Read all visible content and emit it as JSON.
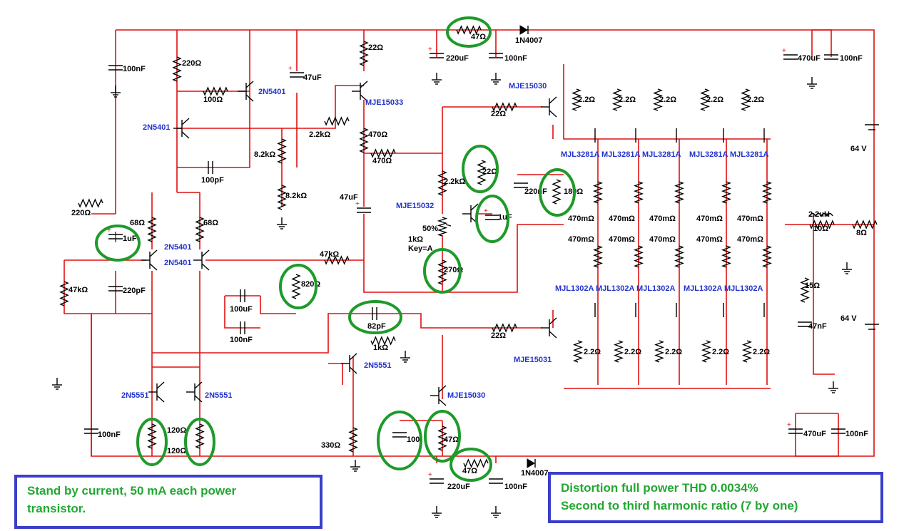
{
  "notes": {
    "left": [
      "Stand by current, 50 mA each power",
      "transistor."
    ],
    "right": [
      "Distortion full power THD 0.0034%",
      "Second to third harmonic ratio (7 by one)"
    ]
  },
  "components": [
    {
      "id": "r47-top",
      "name": "resistor-47-top",
      "type": "res-h",
      "label": "47Ω",
      "hl": true
    },
    {
      "id": "d-top",
      "name": "diode-1n4007-top",
      "type": "diode",
      "label": "1N4007"
    },
    {
      "id": "c100n-tl",
      "name": "capacitor-100nf-left",
      "type": "cap",
      "label": "100nF"
    },
    {
      "id": "r220-a",
      "name": "resistor-220-left",
      "type": "res-v",
      "label": "220Ω"
    },
    {
      "id": "q2n5401-a",
      "name": "transistor-2n5401-upper",
      "type": "bjt",
      "label": "2N5401"
    },
    {
      "id": "r100",
      "name": "resistor-100",
      "type": "res-h",
      "label": "100Ω"
    },
    {
      "id": "q2n5401-b",
      "name": "transistor-2n5401-left",
      "type": "bjt",
      "label": "2N5401"
    },
    {
      "id": "c47u-a",
      "name": "capacitor-47uf-top",
      "type": "cap",
      "label": "47uF",
      "pol": true
    },
    {
      "id": "r22-a",
      "name": "resistor-22-top",
      "type": "res-v",
      "label": "22Ω"
    },
    {
      "id": "qmje15033",
      "name": "transistor-mje15033",
      "type": "bjt",
      "label": "MJE15033"
    },
    {
      "id": "c220u-top",
      "name": "capacitor-220uf-top",
      "type": "cap",
      "label": "220uF",
      "pol": true
    },
    {
      "id": "c100n-top",
      "name": "capacitor-100nf-top",
      "type": "cap",
      "label": "100nF"
    },
    {
      "id": "r2k2-a",
      "name": "resistor-2k2-left",
      "type": "res-h",
      "label": "2.2kΩ"
    },
    {
      "id": "r470-a",
      "name": "resistor-470-vertical",
      "type": "res-v",
      "label": "470Ω"
    },
    {
      "id": "r470-b",
      "name": "resistor-470-horizontal",
      "type": "res-h",
      "label": "470Ω"
    },
    {
      "id": "r8k2-a",
      "name": "resistor-8k2-upper",
      "type": "res-v",
      "label": "8.2kΩ"
    },
    {
      "id": "r8k2-b",
      "name": "resistor-8k2-lower",
      "type": "res-v",
      "label": "8.2kΩ"
    },
    {
      "id": "c100p",
      "name": "capacitor-100pf",
      "type": "cap-h",
      "label": "100pF"
    },
    {
      "id": "qmje15030-a",
      "name": "transistor-mje15030-top",
      "type": "bjt",
      "label": "MJE15030"
    },
    {
      "id": "r22-b",
      "name": "resistor-22-driver-top",
      "type": "res-h",
      "label": "22Ω"
    },
    {
      "id": "r22-c",
      "name": "resistor-22-highlight",
      "type": "res-v",
      "label": "22Ω",
      "hl": true
    },
    {
      "id": "r2k2-b",
      "name": "resistor-2k2-bias",
      "type": "res-v",
      "label": "2.2kΩ"
    },
    {
      "id": "c220n",
      "name": "capacitor-220nf",
      "type": "cap",
      "label": "220nF"
    },
    {
      "id": "r180",
      "name": "resistor-180",
      "type": "res-v",
      "label": "180Ω",
      "hl": true
    },
    {
      "id": "qmje15032",
      "name": "transistor-mje15032",
      "type": "bjt",
      "label": "MJE15032"
    },
    {
      "id": "c1u-b",
      "name": "capacitor-1uf-bias",
      "type": "cap",
      "label": "1uF",
      "pol": true,
      "hl": true
    },
    {
      "id": "pot1k",
      "name": "potentiometer-1k",
      "type": "pot",
      "label": "1kΩ",
      "sub": "Key=A",
      "pct": "50%"
    },
    {
      "id": "r270",
      "name": "resistor-270",
      "type": "res-v",
      "label": "270Ω",
      "hl": true
    },
    {
      "id": "c47u-b",
      "name": "capacitor-47uf-mid",
      "type": "cap",
      "label": "47uF",
      "pol": true
    },
    {
      "id": "r220-b",
      "name": "resistor-220-input",
      "type": "res-h",
      "label": "220Ω"
    },
    {
      "id": "c1u-a",
      "name": "capacitor-1uf-input",
      "type": "cap",
      "label": "1uF",
      "pol": true,
      "hl": true
    },
    {
      "id": "r68-a",
      "name": "resistor-68-left",
      "type": "res-v",
      "label": "68Ω"
    },
    {
      "id": "r68-b",
      "name": "resistor-68-right",
      "type": "res-v",
      "label": "68Ω"
    },
    {
      "id": "q2n5401-c",
      "name": "transistor-2n5401-diff-left",
      "type": "bjt",
      "label": "2N5401"
    },
    {
      "id": "q2n5401-d",
      "name": "transistor-2n5401-diff-right",
      "type": "bjt",
      "label": "2N5401"
    },
    {
      "id": "r47k-a",
      "name": "resistor-47k-feedback",
      "type": "res-h",
      "label": "47kΩ"
    },
    {
      "id": "r47k-b",
      "name": "resistor-47k-input",
      "type": "res-v",
      "label": "47kΩ"
    },
    {
      "id": "c220p",
      "name": "capacitor-220pf",
      "type": "cap",
      "label": "220pF"
    },
    {
      "id": "r820",
      "name": "resistor-820",
      "type": "res-v",
      "label": "820Ω",
      "hl": true
    },
    {
      "id": "c100u",
      "name": "capacitor-100uf",
      "type": "cap-h",
      "label": "100uF",
      "pol": true
    },
    {
      "id": "c100n-m",
      "name": "capacitor-100nf-mid",
      "type": "cap-h",
      "label": "100nF"
    },
    {
      "id": "c82p",
      "name": "capacitor-82pf",
      "type": "cap-h",
      "label": "82pF",
      "hl": true
    },
    {
      "id": "r22-d",
      "name": "resistor-22-driver-bottom",
      "type": "res-h",
      "label": "22Ω"
    },
    {
      "id": "r1k",
      "name": "resistor-1k",
      "type": "res-h",
      "label": "1kΩ"
    },
    {
      "id": "q2n5551-a",
      "name": "transistor-2n5551-vas",
      "type": "bjt",
      "label": "2N5551"
    },
    {
      "id": "qmje15030-b",
      "name": "transistor-mje15030-bottom",
      "type": "bjt",
      "label": "MJE15030"
    },
    {
      "id": "qmje15031",
      "name": "transistor-mje15031",
      "type": "bjt",
      "label": "MJE15031"
    },
    {
      "id": "q2n5551-b",
      "name": "transistor-2n5551-mirror-left",
      "type": "bjt",
      "label": "2N5551"
    },
    {
      "id": "q2n5551-c",
      "name": "transistor-2n5551-mirror-right",
      "type": "bjt",
      "label": "2N5551"
    },
    {
      "id": "r120-a",
      "name": "resistor-120-left",
      "type": "res-v",
      "label": "120Ω",
      "hl": true
    },
    {
      "id": "r120-b",
      "name": "resistor-120-right",
      "type": "res-v",
      "label": "120Ω",
      "hl": true
    },
    {
      "id": "c100n-bl",
      "name": "capacitor-100nf-bottom-left",
      "type": "cap",
      "label": "100nF"
    },
    {
      "id": "r330",
      "name": "resistor-330",
      "type": "res-v",
      "label": "330Ω"
    },
    {
      "id": "c100-b",
      "name": "capacitor-100-bottom",
      "type": "cap",
      "label": "100",
      "hl": true
    },
    {
      "id": "r47-b",
      "name": "resistor-47-bottom-vertical",
      "type": "res-v",
      "label": "47Ω",
      "hl": true
    },
    {
      "id": "r47-c",
      "name": "resistor-47-bottom",
      "type": "res-h",
      "label": "47Ω",
      "hl": true
    },
    {
      "id": "d-bot",
      "name": "diode-1n4007-bottom",
      "type": "diode",
      "label": "1N4007"
    },
    {
      "id": "c220u-bot",
      "name": "capacitor-220uf-bottom",
      "type": "cap",
      "label": "220uF",
      "pol": true
    },
    {
      "id": "c100n-bot",
      "name": "capacitor-100nf-bottom",
      "type": "cap",
      "label": "100nF"
    },
    {
      "id": "c470u-t",
      "name": "capacitor-470uf-top",
      "type": "cap",
      "label": "470uF",
      "pol": true
    },
    {
      "id": "c100n-tr",
      "name": "capacitor-100nf-top-right",
      "type": "cap",
      "label": "100nF"
    },
    {
      "id": "c470u-b",
      "name": "capacitor-470uf-bottom",
      "type": "cap",
      "label": "470uF",
      "pol": true
    },
    {
      "id": "c100n-br",
      "name": "capacitor-100nf-bottom-right",
      "type": "cap",
      "label": "100nF"
    },
    {
      "id": "l22",
      "name": "inductor-2-2uh",
      "type": "ind",
      "label": "2.2uH"
    },
    {
      "id": "r10",
      "name": "resistor-10",
      "type": "res-h",
      "label": "10Ω"
    },
    {
      "id": "r8",
      "name": "resistor-8-load",
      "type": "res-h",
      "label": "8Ω"
    },
    {
      "id": "r15",
      "name": "resistor-15",
      "type": "res-v",
      "label": "15Ω"
    },
    {
      "id": "c47n",
      "name": "capacitor-47nf",
      "type": "cap",
      "label": "47nF"
    },
    {
      "id": "bat-top",
      "name": "battery-64v-top",
      "type": "bat",
      "label": "64 V"
    },
    {
      "id": "bat-bot",
      "name": "battery-64v-bottom",
      "type": "bat",
      "label": "64 V"
    }
  ],
  "output_stage": {
    "npn_label": "MJL3281A",
    "pnp_label": "MJL1302A",
    "base_resistor": "2.2Ω",
    "emitter_resistor": "470mΩ",
    "count": 5
  }
}
